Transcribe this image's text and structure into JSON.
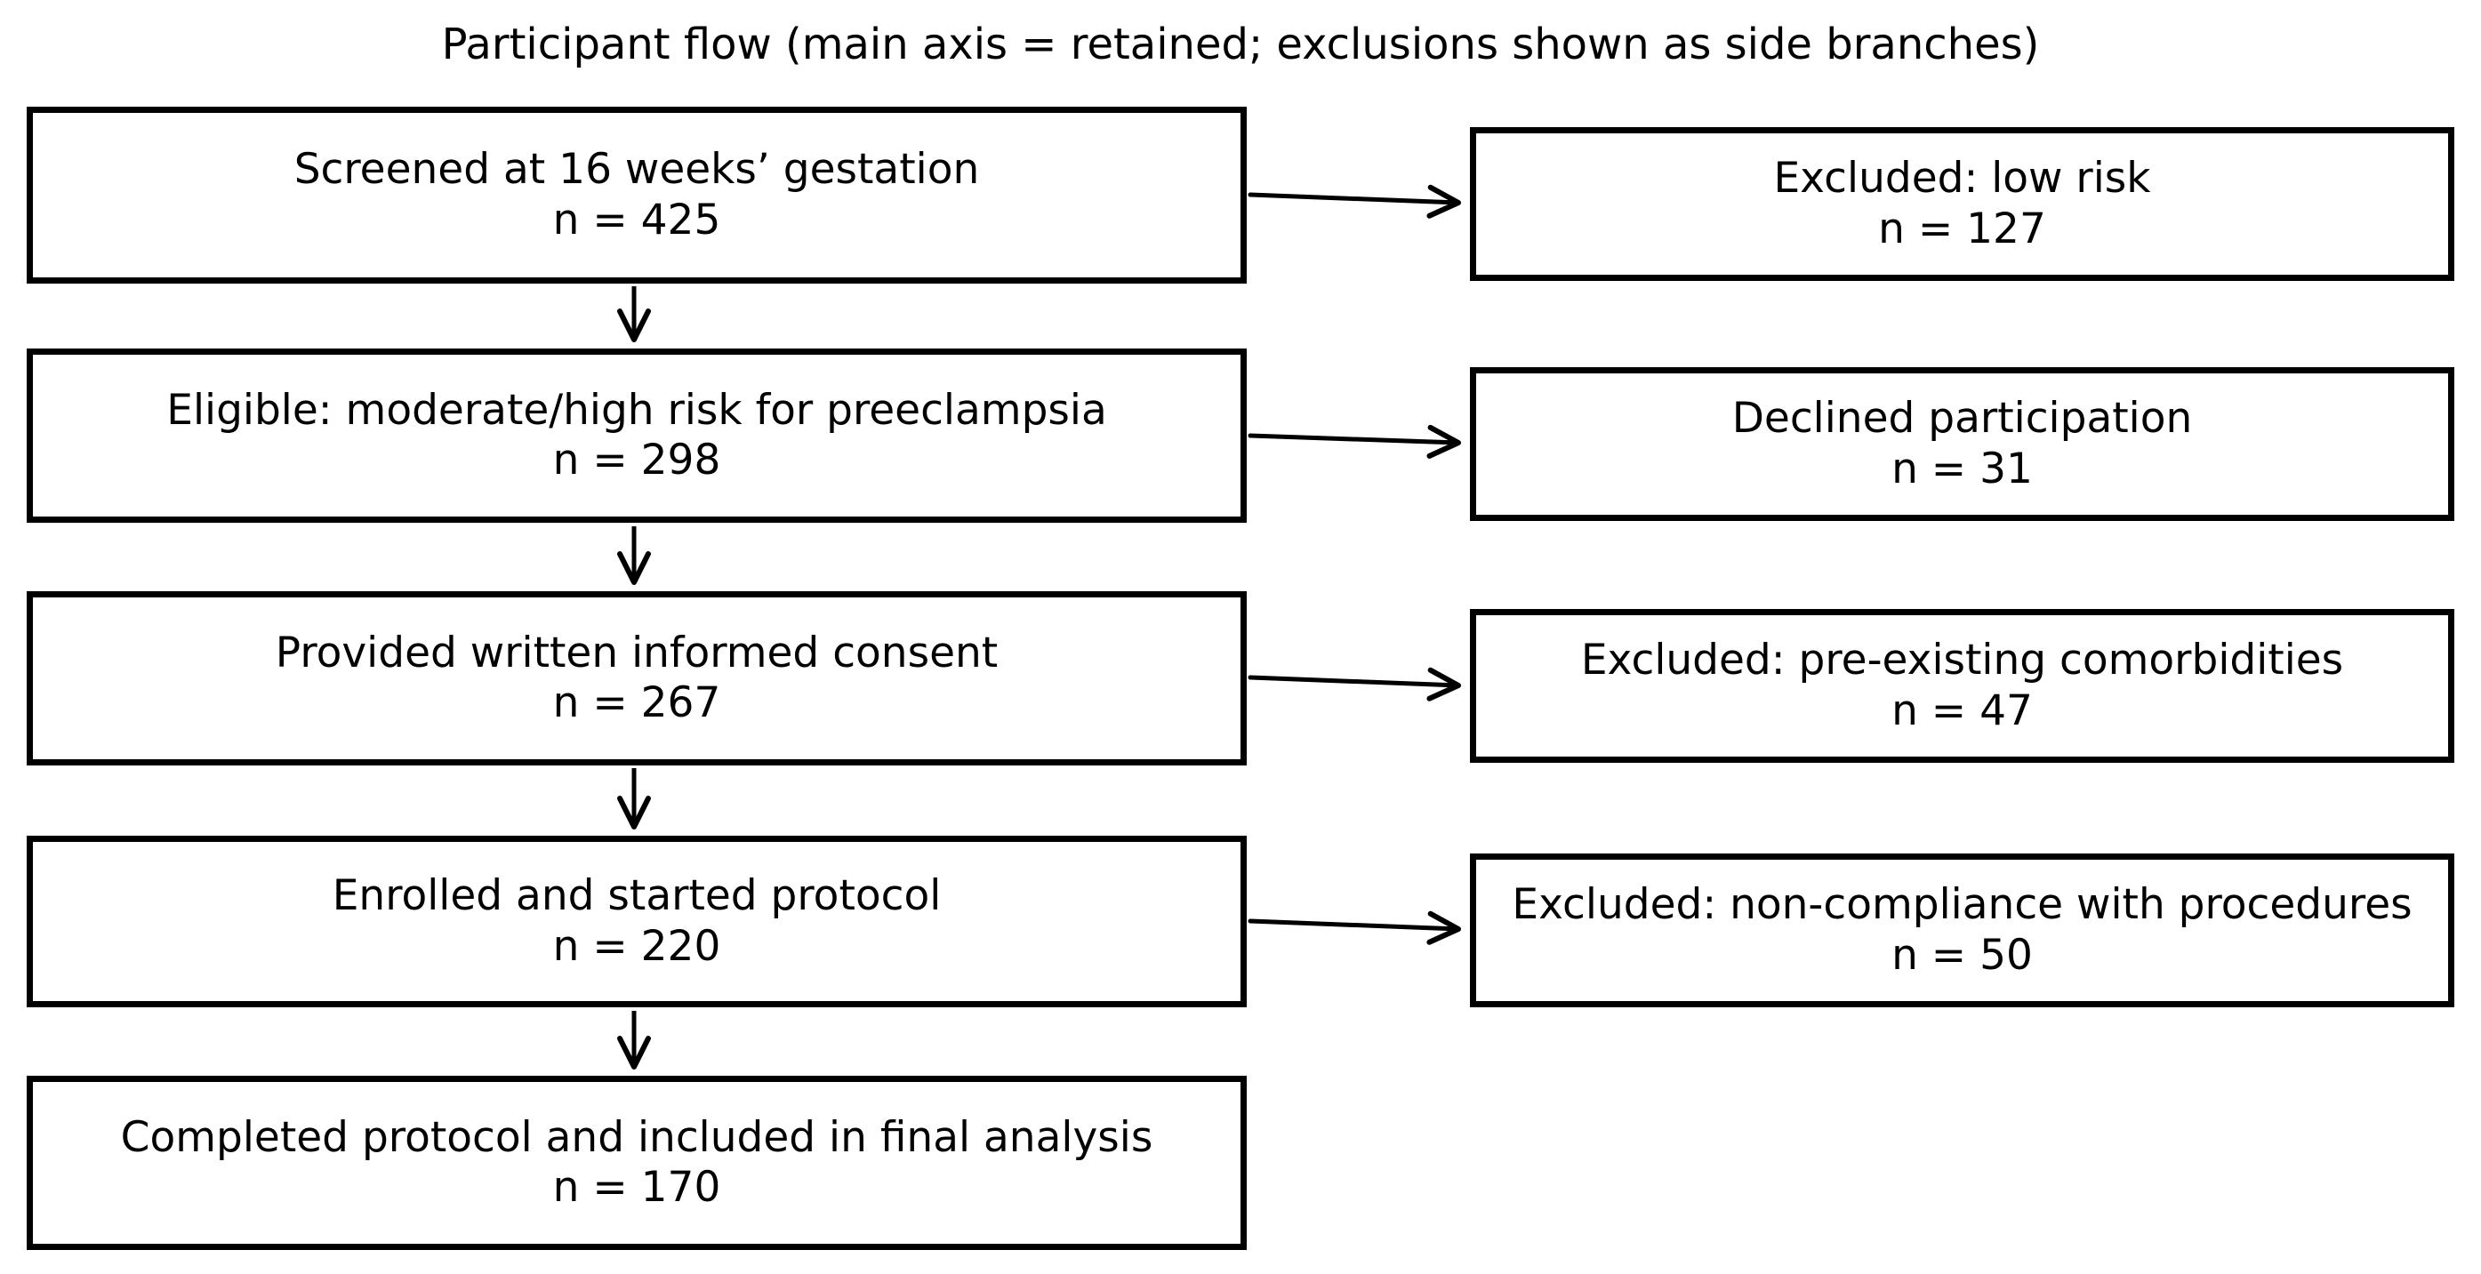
{
  "title": "Participant flow (main axis = retained; exclusions shown as side branches)",
  "flow": {
    "main_nodes": [
      {
        "label": "Screened at 16 weeks’ gestation",
        "n": "n = 425"
      },
      {
        "label": "Eligible: moderate/high risk for preeclampsia",
        "n": "n = 298"
      },
      {
        "label": "Provided written informed consent",
        "n": "n = 267"
      },
      {
        "label": "Enrolled and started protocol",
        "n": "n = 220"
      },
      {
        "label": "Completed protocol and included in final analysis",
        "n": "n = 170"
      }
    ],
    "side_nodes": [
      {
        "label": "Excluded: low risk",
        "n": "n = 127"
      },
      {
        "label": "Declined participation",
        "n": "n = 31"
      },
      {
        "label": "Excluded: pre-existing comorbidities",
        "n": "n = 47"
      },
      {
        "label": "Excluded: non-compliance with procedures",
        "n": "n = 50"
      }
    ],
    "colors": {
      "ink": "#000000",
      "paper": "#ffffff"
    }
  }
}
